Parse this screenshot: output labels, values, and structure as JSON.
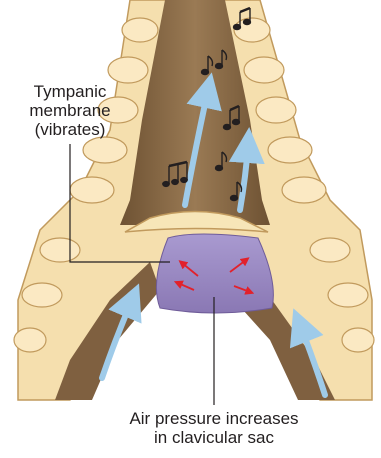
{
  "labels": {
    "tympanic_line1": "Tympanic",
    "tympanic_line2": "membrane",
    "tympanic_line3": "(vibrates)",
    "air_line1": "Air pressure increases",
    "air_line2": "in clavicular sac"
  },
  "colors": {
    "cartilage_fill": "#f5dfae",
    "cartilage_stroke": "#c19a5d",
    "lumen_brown": "#8a6a46",
    "lumen_brown_dark": "#6e5233",
    "sac_purple": "#9b8ac0",
    "airflow_blue": "#9fcbe9",
    "pressure_arrow_red": "#e2212b",
    "text": "#231f20"
  },
  "icons": [
    "music-notes-icon",
    "airflow-arrow-icon",
    "pressure-arrow-icon"
  ]
}
